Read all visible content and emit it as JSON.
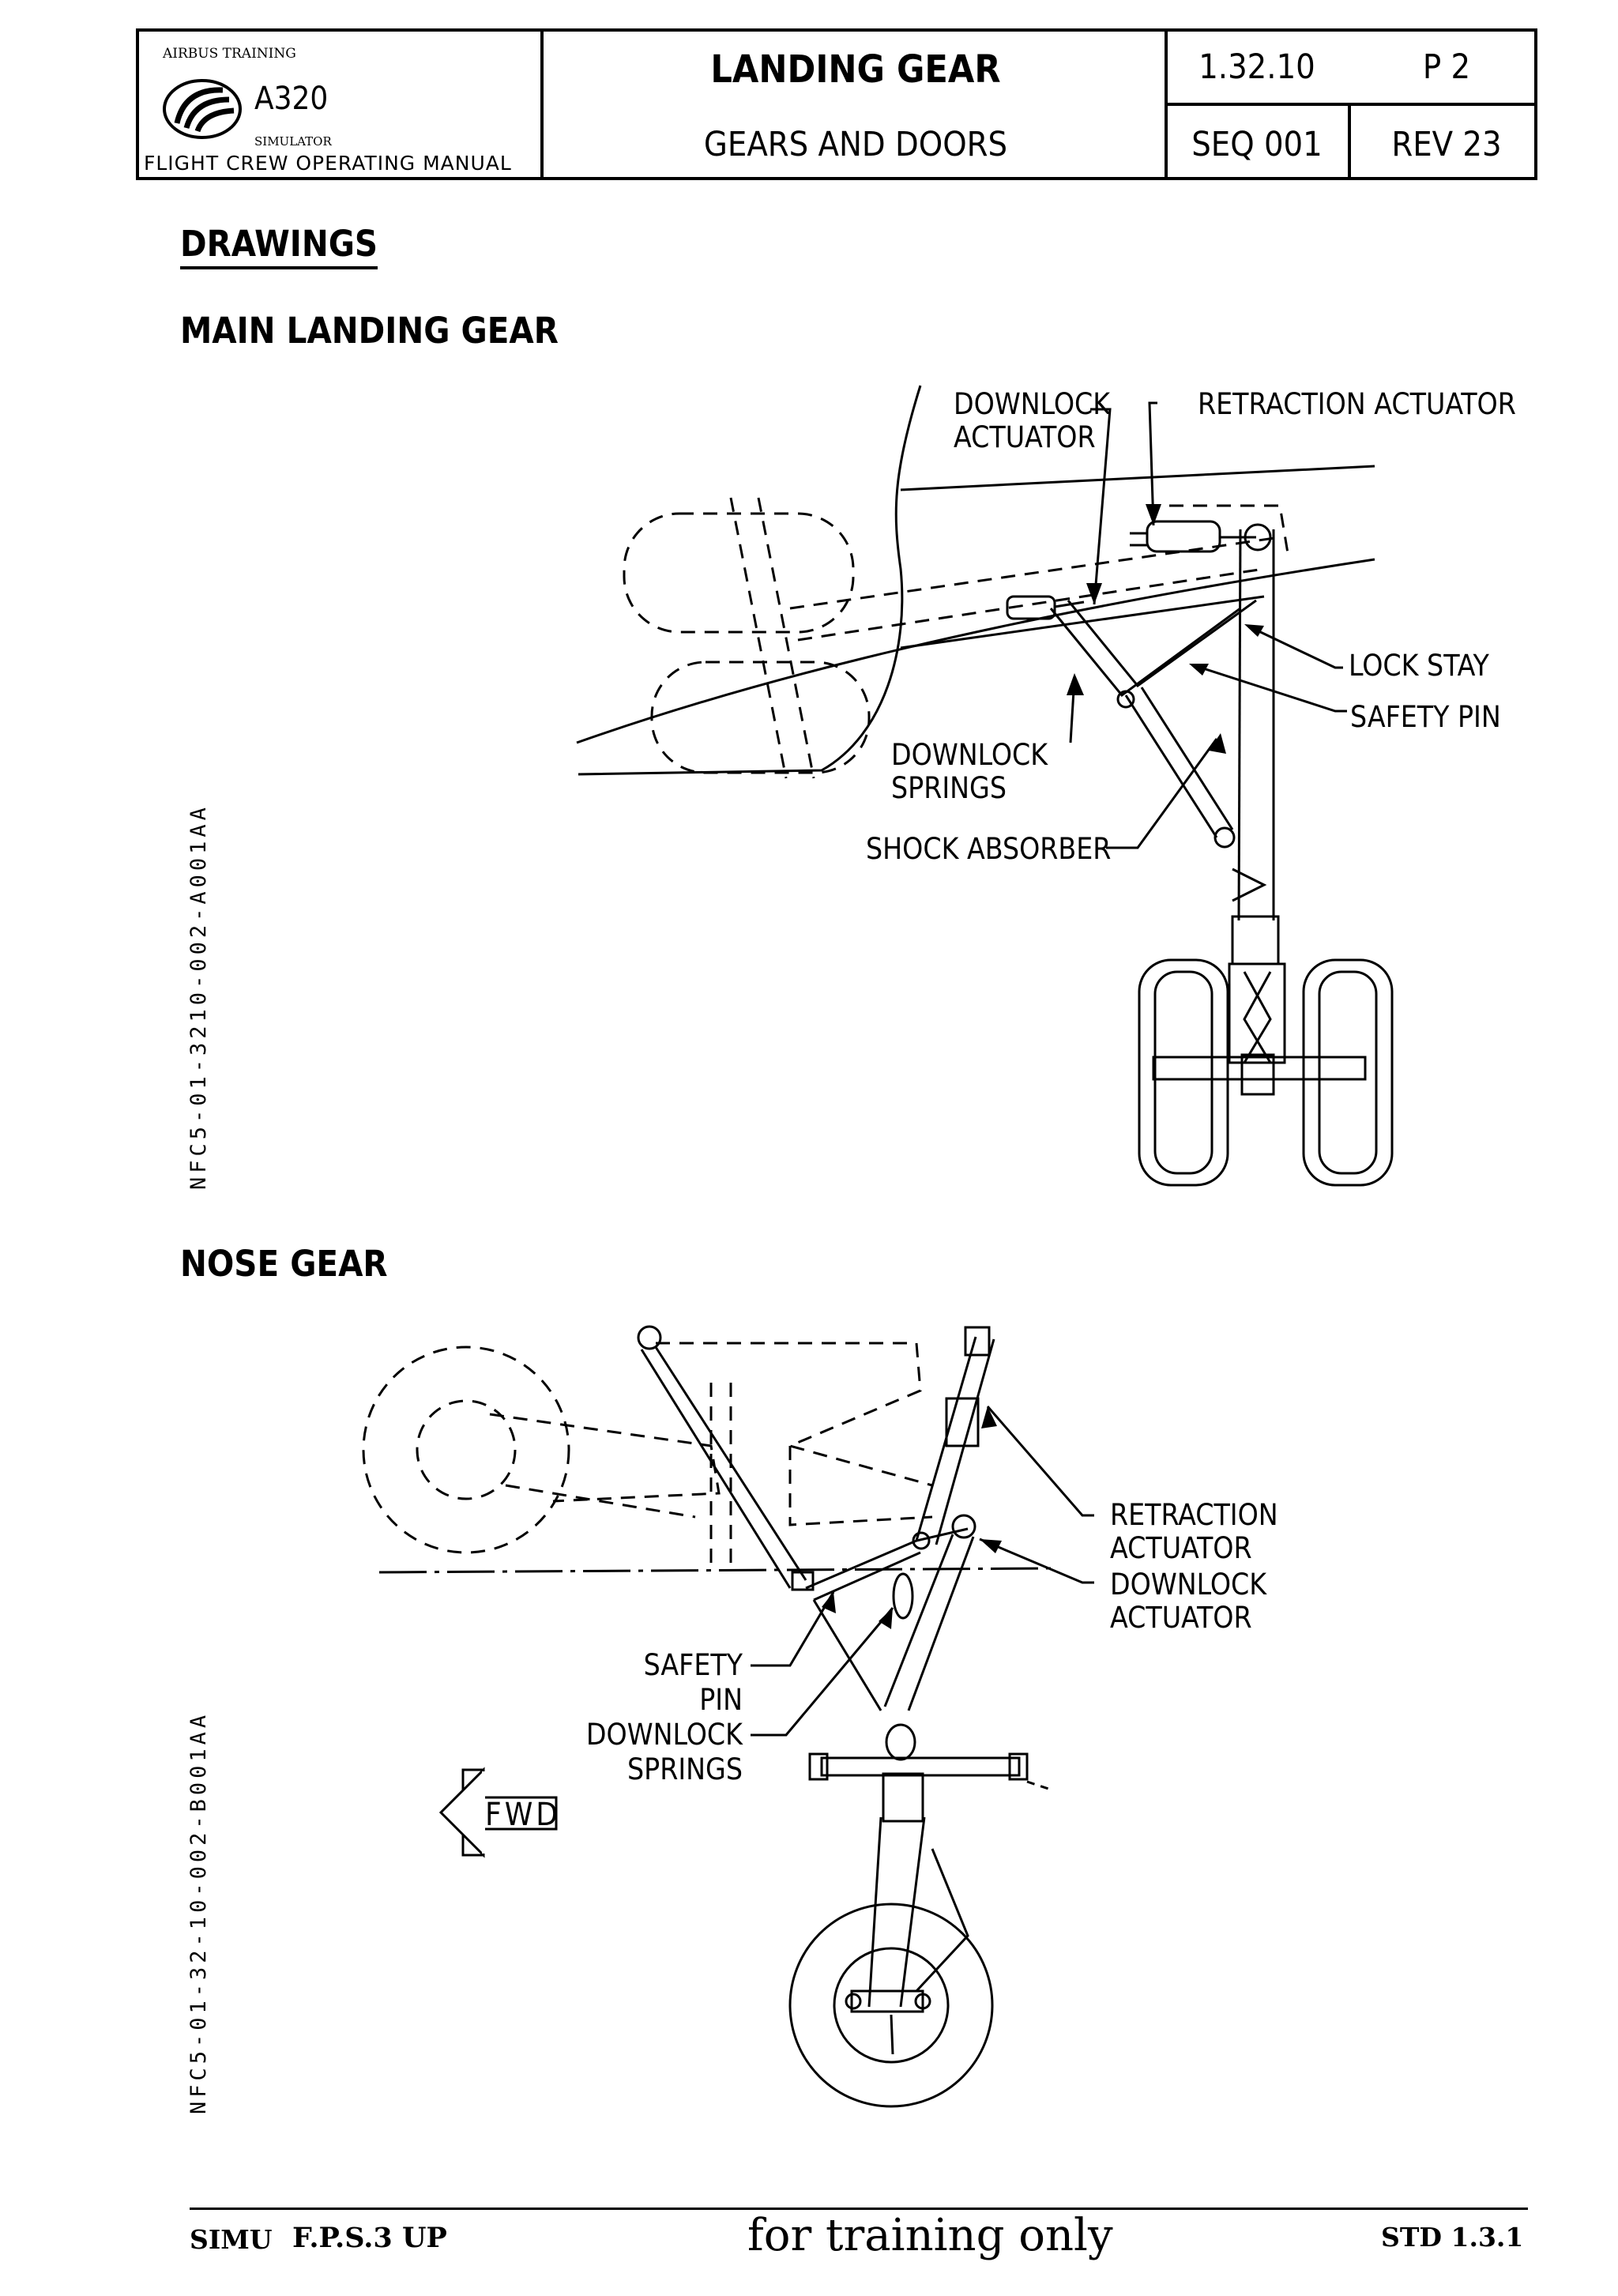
{
  "header": {
    "logo_top": "AIRBUS TRAINING",
    "logo_model": "A320",
    "logo_sub": "SIMULATOR",
    "manual": "FLIGHT CREW OPERATING MANUAL",
    "title": "LANDING GEAR",
    "subtitle": "GEARS AND DOORS",
    "ref": "1.32.10",
    "page": "P 2",
    "seq": "SEQ 001",
    "rev": "REV 23"
  },
  "headings": {
    "drawings": "DRAWINGS",
    "main_gear": "MAIN LANDING GEAR",
    "nose_gear": "NOSE GEAR"
  },
  "main_gear": {
    "ref_code": "NFC5-01-3210-002-A001AA",
    "labels": {
      "downlock_actuator_1": "DOWNLOCK",
      "downlock_actuator_2": "ACTUATOR",
      "retraction_actuator": "RETRACTION ACTUATOR",
      "lock_stay": "LOCK STAY",
      "safety_pin": "SAFETY PIN",
      "downlock_springs_1": "DOWNLOCK",
      "downlock_springs_2": "SPRINGS",
      "shock_absorber": "SHOCK ABSORBER"
    }
  },
  "nose_gear": {
    "ref_code": "NFC5-01-32-10-002-B001AA",
    "labels": {
      "retraction_actuator_1": "RETRACTION",
      "retraction_actuator_2": "ACTUATOR",
      "downlock_actuator_1": "DOWNLOCK",
      "downlock_actuator_2": "ACTUATOR",
      "safety_pin_1": "SAFETY",
      "safety_pin_2": "PIN",
      "downlock_springs_1": "DOWNLOCK",
      "downlock_springs_2": "SPRINGS",
      "fwd": "FWD"
    }
  },
  "footer": {
    "simu": "SIMU",
    "fps": "F.P.S.3 UP",
    "training": "for training only",
    "std": "STD 1.3.1"
  }
}
